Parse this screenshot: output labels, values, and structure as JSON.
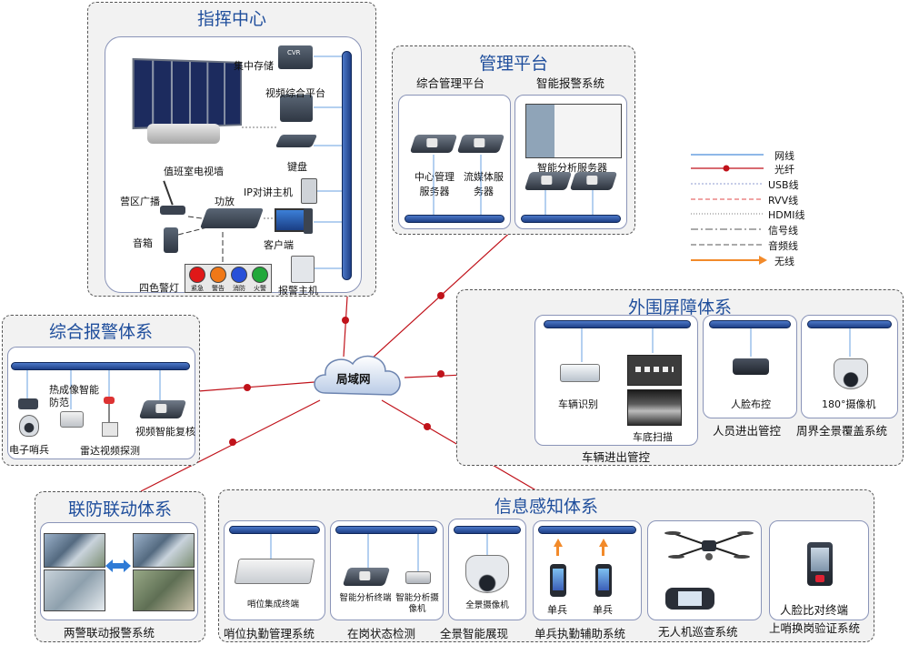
{
  "network": {
    "center": "局域网"
  },
  "command_center": {
    "title": "指挥中心",
    "devices": [
      "集中存储",
      "视频综合平台",
      "键盘",
      "IP对讲主机",
      "客户端",
      "报警主机",
      "功放",
      "营区广播",
      "音箱",
      "四色警灯",
      "值班室电视墙"
    ],
    "storage_tag": "CVR",
    "lamp_labels": [
      "紧急",
      "警告",
      "消防",
      "火警"
    ],
    "lamp_colors": [
      "#e01818",
      "#f07818",
      "#2850d8",
      "#22a83a"
    ]
  },
  "management": {
    "title": "管理平台",
    "sections": [
      "综合管理平台",
      "智能报警系统"
    ],
    "devices": [
      "中心管理服务器",
      "流媒体服务器",
      "智能分析服务器"
    ]
  },
  "legend": {
    "items": [
      "网线",
      "光纤",
      "USB线",
      "RVV线",
      "HDMI线",
      "信号线",
      "音频线",
      "无线"
    ],
    "colors": {
      "network": "#6aa0e0",
      "fiber": "#c0121a",
      "wireless": "#f28a2a"
    }
  },
  "alarm": {
    "title": "综合报警体系",
    "devices": [
      "热成像智能防范",
      "电子哨兵",
      "雷达视频探测",
      "视频智能复核"
    ]
  },
  "perimeter": {
    "title": "外围屏障体系",
    "devices": [
      "车辆识别",
      "车底扫描",
      "人脸布控",
      "180°摄像机"
    ],
    "systems": [
      "车辆进出管控",
      "人员进出管控",
      "周界全景覆盖系统"
    ]
  },
  "linkage": {
    "title": "联防联动体系",
    "system": "两警联动报警系统"
  },
  "perception": {
    "title": "信息感知体系",
    "devices": [
      "哨位集成终端",
      "智能分析终端",
      "智能分析摄像机",
      "全景摄像机",
      "单兵",
      "单兵",
      "人脸比对终端"
    ],
    "systems": [
      "哨位执勤管理系统",
      "在岗状态检测",
      "全景智能展现",
      "单兵执勤辅助系统",
      "无人机巡查系统",
      "上哨换岗验证系统"
    ]
  }
}
